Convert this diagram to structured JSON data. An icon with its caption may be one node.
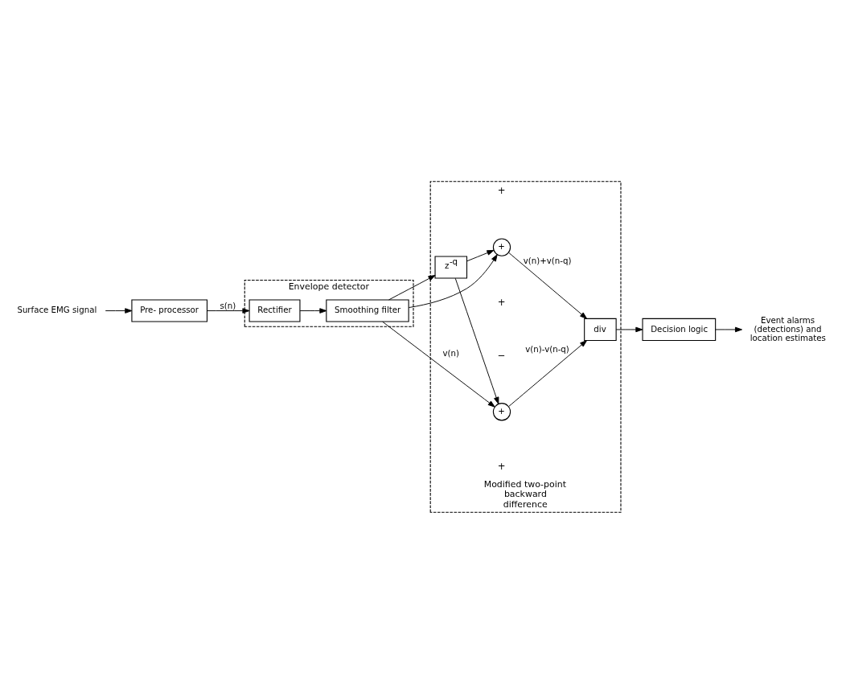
{
  "diagram": {
    "nodes": [
      {
        "text": [
          "Surface EMG signal"
        ]
      },
      {
        "text": [
          "Pre- processor"
        ]
      },
      {
        "text": [
          "Envelope detector"
        ]
      },
      {
        "text": [
          "Rectifier"
        ],
        "in": 2
      },
      {
        "text": [
          "Smoothing filter"
        ],
        "in": 2
      },
      {
        "text": [
          "Modified two-point backward difference"
        ]
      },
      {
        "text": [
          "+"
        ],
        "in": 5
      },
      {
        "text": [
          "z$^{-q}$"
        ],
        "in": 5
      },
      {
        "text": [
          "+"
        ],
        "in": 5
      },
      {
        "text": [
          "div"
        ],
        "in": 5
      },
      {
        "text": [
          "Decision logic"
        ]
      },
      {
        "text": [
          "Event alarms (detections) and location estimates"
        ]
      }
    ],
    "edges": [
      {
        "from": 0,
        "to": 1,
        "arrow": "to"
      },
      {
        "from": 1,
        "to": 3,
        "arrow": "to",
        "label": "s(n)"
      },
      {
        "from": 3,
        "to": 4,
        "arrow": "to"
      },
      {
        "from": 4,
        "to": 6,
        "arrow": "to",
        "label": "v(n)"
      },
      {
        "from": 4,
        "to": 7,
        "arrow": "to"
      },
      {
        "from": 4,
        "to": 8,
        "arrow": "to"
      },
      {
        "from": 7,
        "to": 6,
        "arrow": "to"
      },
      {
        "from": 7,
        "to": 8,
        "arrow": "to"
      },
      {
        "from": 6,
        "to": 9,
        "arrow": "to",
        "label": "v(n)-v(n-q)"
      },
      {
        "from": 8,
        "to": 9,
        "arrow": "to",
        "label": "v(n)+v(n-q)"
      },
      {
        "from": 9,
        "to": 10,
        "arrow": "to"
      },
      {
        "from": 10,
        "to": 11,
        "arrow": "to"
      }
    ],
    "labels": [
      "+",
      "−",
      "+",
      "+"
    ]
  }
}
